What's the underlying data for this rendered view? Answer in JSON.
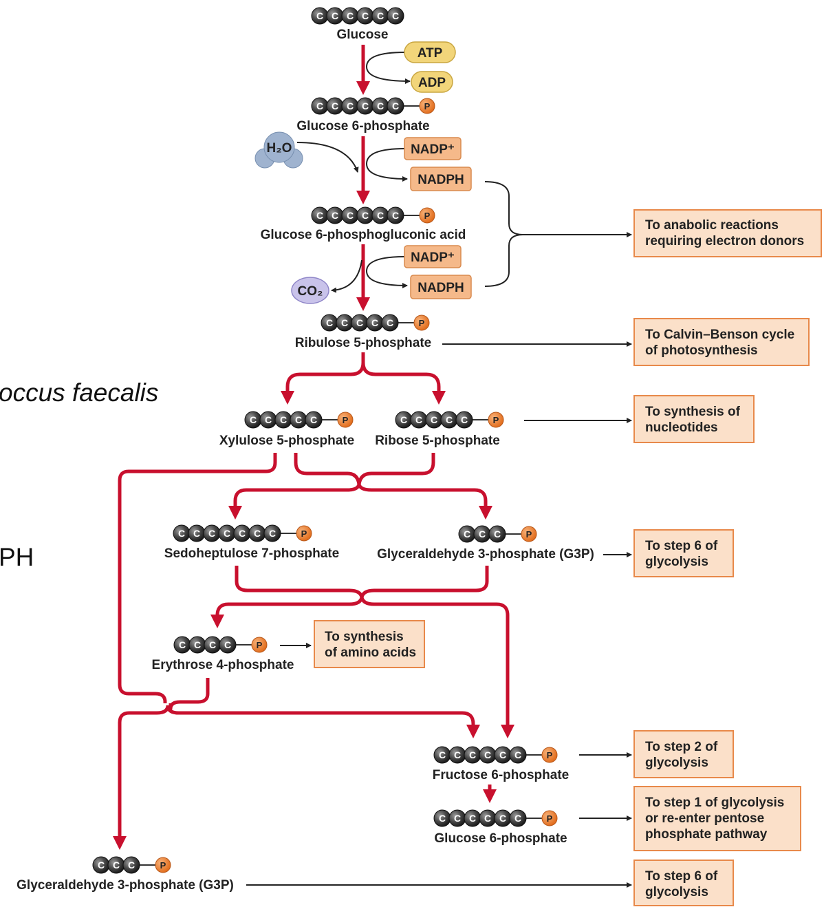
{
  "molecules": {
    "glucose": "Glucose",
    "g6p": "Glucose 6-phosphate",
    "g6pga": "Glucose 6-phosphogluconic acid",
    "ru5p": "Ribulose 5-phosphate",
    "xu5p": "Xylulose 5-phosphate",
    "r5p": "Ribose 5-phosphate",
    "s7p": "Sedoheptulose 7-phosphate",
    "g3p_mid": "Glyceraldehyde 3-phosphate (G3P)",
    "e4p": "Erythrose 4-phosphate",
    "f6p": "Fructose 6-phosphate",
    "g6p_bottom": "Glucose 6-phosphate",
    "g3p_bottom": "Glyceraldehyde 3-phosphate (G3P)"
  },
  "cofactors": {
    "atp": "ATP",
    "adp": "ADP",
    "nadp_1": "NADP⁺",
    "nadph_1": "NADPH",
    "nadp_2": "NADP⁺",
    "nadph_2": "NADPH",
    "h2o": "H₂O",
    "co2": "CO₂",
    "phosphate": "P",
    "carbon": "C"
  },
  "outputs": {
    "anabolic": [
      "To anabolic reactions",
      "requiring electron donors"
    ],
    "calvin": [
      "To Calvin–Benson cycle",
      "of photosynthesis"
    ],
    "nucleotides": [
      "To synthesis of",
      "nucleotides"
    ],
    "step6_mid": [
      "To step 6 of",
      "glycolysis"
    ],
    "amino": [
      "To synthesis",
      "of amino acids"
    ],
    "step2": [
      "To step 2 of",
      "glycolysis"
    ],
    "step1": [
      "To step 1 of glycolysis",
      "or re-enter pentose",
      "phosphate pathway"
    ],
    "step6_bottom": [
      "To step 6 of",
      "glycolysis"
    ]
  },
  "slide_fragments": {
    "organism": "occus faecalis",
    "nadph_fragment": "PH"
  },
  "colors": {
    "pathway_arrow": "#c8102e",
    "output_box_fill": "#fbe0c9",
    "output_box_border": "#e8894a",
    "phosphate": "#e8782e",
    "carbon_ball": "#3a3a3a",
    "atp_fill": "#f2d57a",
    "nadp_fill": "#f5b98a",
    "water_fill": "#9fb3cf",
    "co2_fill": "#c9c3ea"
  }
}
